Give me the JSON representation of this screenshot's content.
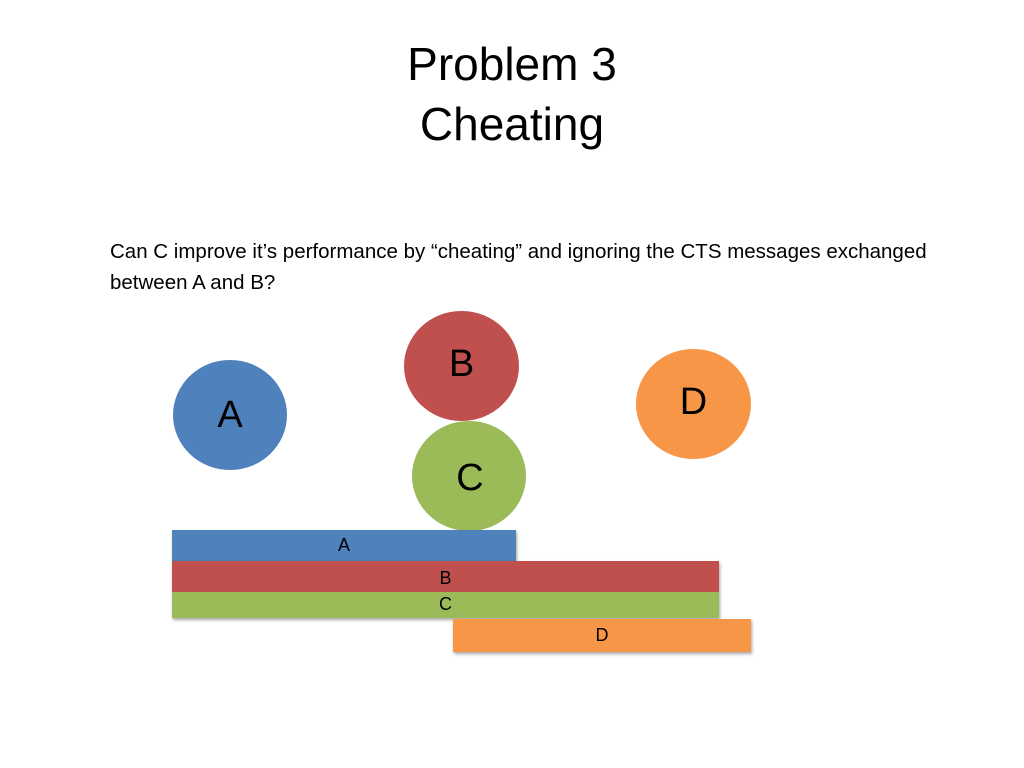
{
  "title": {
    "line1": "Problem 3",
    "line2": "Cheating"
  },
  "question": "Can C improve it’s performance by “cheating” and ignoring the CTS messages exchanged between A and B?",
  "nodes": [
    {
      "label": "A",
      "color": "#4F81BD"
    },
    {
      "label": "B",
      "color": "#C0504D"
    },
    {
      "label": "C",
      "color": "#9BBB59"
    },
    {
      "label": "D",
      "color": "#F79646"
    }
  ],
  "bars": [
    {
      "label": "A",
      "color": "#4F81BD"
    },
    {
      "label": "B",
      "color": "#C0504D"
    },
    {
      "label": "C",
      "color": "#9BBB59"
    },
    {
      "label": "D",
      "color": "#F79646"
    }
  ]
}
